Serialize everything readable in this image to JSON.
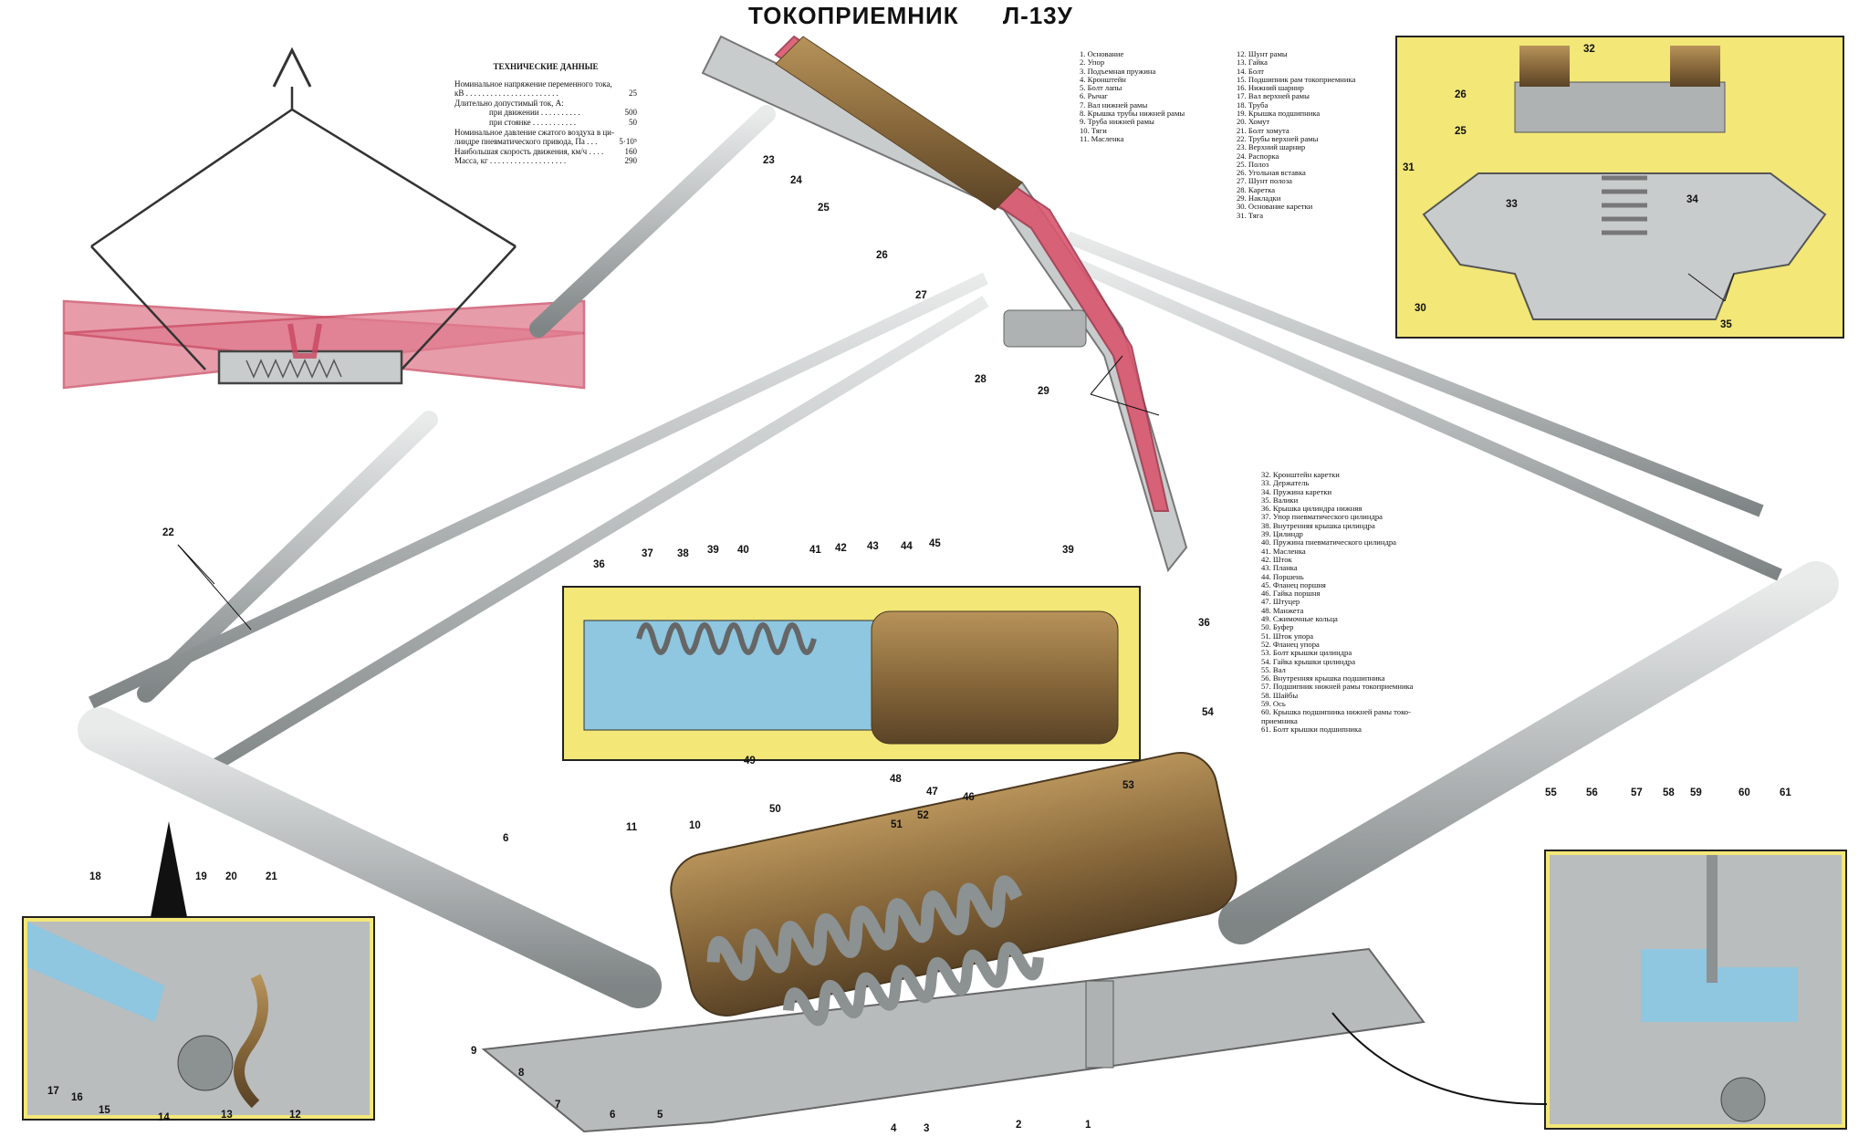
{
  "title": "ТОКОПРИЕМНИК     Л-13У",
  "specs": {
    "heading": "ТЕХНИЧЕСКИЕ ДАННЫЕ",
    "rows": [
      {
        "text": "Номинальное напряжение переменного тока,",
        "value": "",
        "indent": false
      },
      {
        "text": "кВ . . . . . . . . . . . . . . . . . . . . . . .",
        "value": "25",
        "indent": false
      },
      {
        "text": "Длительно допустимый ток, А:",
        "value": "",
        "indent": false
      },
      {
        "text": "при движении . . . . . . . . . .",
        "value": "500",
        "indent": true
      },
      {
        "text": "при стоянке . . . . . . . . . . .",
        "value": "50",
        "indent": true
      },
      {
        "text": "Номинальное давление сжатого воздуха в ци-",
        "value": "",
        "indent": false
      },
      {
        "text": "линдре пневматического привода, Па . . .",
        "value": "5·10⁵",
        "indent": false
      },
      {
        "text": "Наибольшая скорость движения, км/ч . . . .",
        "value": "160",
        "indent": false
      },
      {
        "text": "Масса, кг . . . . . . . . . . . . . . . . . . .",
        "value": "290",
        "indent": false
      }
    ]
  },
  "legend_col1": [
    "1. Основание",
    "2. Упор",
    "3. Подъемная пружина",
    "4. Кронштейн",
    "5. Болт лапы",
    "6. Рычаг",
    "7. Вал нижней рамы",
    "8. Крышка трубы нижней рамы",
    "9. Труба нижней рамы",
    "10. Тяги",
    "11. Масленка"
  ],
  "legend_col2": [
    "12. Шунт рамы",
    "13. Гайка",
    "14. Болт",
    "15. Подшипник рам токоприемника",
    "16. Нижний шарнир",
    "17. Вал верхней рамы",
    "18. Труба",
    "19. Крышка подшипника",
    "20. Хомут",
    "21. Болт хомута",
    "22. Трубы верхней рамы",
    "23. Верхний шарнир",
    "24. Распорка",
    "25. Полоз",
    "26. Угольная вставка",
    "27. Шунт полоза",
    "28. Каретка",
    "29. Накладки",
    "30. Основание каретки",
    "31. Тяга"
  ],
  "legend_col3": [
    "32. Кронштейн каретки",
    "33. Держатель",
    "34. Пружина каретки",
    "35. Валики",
    "36. Крышка цилиндра нижняя",
    "37. Упор пневматического цилиндра",
    "38. Внутренняя крышка цилиндра",
    "39. Цилиндр",
    "40. Пружина пневматического цилиндра",
    "41. Масленка",
    "42. Шток",
    "43. Планка",
    "44. Поршень",
    "45. Фланец поршня",
    "46. Гайка поршня",
    "47. Штуцер",
    "48. Манжета",
    "49. Сжимочные кольца",
    "50. Буфер",
    "51. Шток упора",
    "52. Фланец упора",
    "53. Болт крышки цилиндра",
    "54. Гайка крышки цилиндра",
    "55. Вал",
    "56. Внутренняя крышка подшипника",
    "57. Подшипник нижней рамы токоприемника",
    "58. Шайбы",
    "59. Ось",
    "60. Крышка подшипника нижней рамы токо-",
    "приемника",
    "61. Болт крышки подшипника"
  ],
  "callouts": [
    {
      "id": "c22",
      "text": "22"
    },
    {
      "id": "c23",
      "text": "23"
    },
    {
      "id": "c24",
      "text": "24"
    },
    {
      "id": "c25",
      "text": "25"
    },
    {
      "id": "c26",
      "text": "26"
    },
    {
      "id": "c27",
      "text": "27"
    },
    {
      "id": "c28",
      "text": "28"
    },
    {
      "id": "c29",
      "text": "29"
    },
    {
      "id": "c26b",
      "text": "26"
    },
    {
      "id": "c25b",
      "text": "25"
    },
    {
      "id": "c32",
      "text": "32"
    },
    {
      "id": "c31",
      "text": "31"
    },
    {
      "id": "c33",
      "text": "33"
    },
    {
      "id": "c34",
      "text": "34"
    },
    {
      "id": "c30",
      "text": "30"
    },
    {
      "id": "c35",
      "text": "35"
    },
    {
      "id": "c36",
      "text": "36"
    },
    {
      "id": "c37",
      "text": "37"
    },
    {
      "id": "c38",
      "text": "38"
    },
    {
      "id": "c39",
      "text": "39"
    },
    {
      "id": "c40",
      "text": "40"
    },
    {
      "id": "c41",
      "text": "41"
    },
    {
      "id": "c42",
      "text": "42"
    },
    {
      "id": "c43",
      "text": "43"
    },
    {
      "id": "c44",
      "text": "44"
    },
    {
      "id": "c45",
      "text": "45"
    },
    {
      "id": "c39b",
      "text": "39"
    },
    {
      "id": "c36b",
      "text": "36"
    },
    {
      "id": "c54",
      "text": "54"
    },
    {
      "id": "c53",
      "text": "53"
    },
    {
      "id": "c49",
      "text": "49"
    },
    {
      "id": "c48",
      "text": "48"
    },
    {
      "id": "c47",
      "text": "47"
    },
    {
      "id": "c46",
      "text": "46"
    },
    {
      "id": "c50",
      "text": "50"
    },
    {
      "id": "c52",
      "text": "52"
    },
    {
      "id": "c51",
      "text": "51"
    },
    {
      "id": "c6a",
      "text": "6"
    },
    {
      "id": "c11",
      "text": "11"
    },
    {
      "id": "c10",
      "text": "10"
    },
    {
      "id": "c9",
      "text": "9"
    },
    {
      "id": "c8",
      "text": "8"
    },
    {
      "id": "c7",
      "text": "7"
    },
    {
      "id": "c6b",
      "text": "6"
    },
    {
      "id": "c5",
      "text": "5"
    },
    {
      "id": "c4",
      "text": "4"
    },
    {
      "id": "c3",
      "text": "3"
    },
    {
      "id": "c2",
      "text": "2"
    },
    {
      "id": "c1",
      "text": "1"
    },
    {
      "id": "c18",
      "text": "18"
    },
    {
      "id": "c19",
      "text": "19"
    },
    {
      "id": "c20",
      "text": "20"
    },
    {
      "id": "c21",
      "text": "21"
    },
    {
      "id": "c17",
      "text": "17"
    },
    {
      "id": "c16",
      "text": "16"
    },
    {
      "id": "c15",
      "text": "15"
    },
    {
      "id": "c14",
      "text": "14"
    },
    {
      "id": "c13",
      "text": "13"
    },
    {
      "id": "c12",
      "text": "12"
    },
    {
      "id": "c55",
      "text": "55"
    },
    {
      "id": "c56",
      "text": "56"
    },
    {
      "id": "c57",
      "text": "57"
    },
    {
      "id": "c58",
      "text": "58"
    },
    {
      "id": "c59",
      "text": "59"
    },
    {
      "id": "c60",
      "text": "60"
    },
    {
      "id": "c61",
      "text": "61"
    }
  ],
  "colors": {
    "inset_bg": "#f2e777",
    "metal": "#c9cccd",
    "metal_dark": "#8c9192",
    "brass": "#8a6a3c",
    "pink": "#d9566e",
    "blue": "#8fc6e0"
  }
}
